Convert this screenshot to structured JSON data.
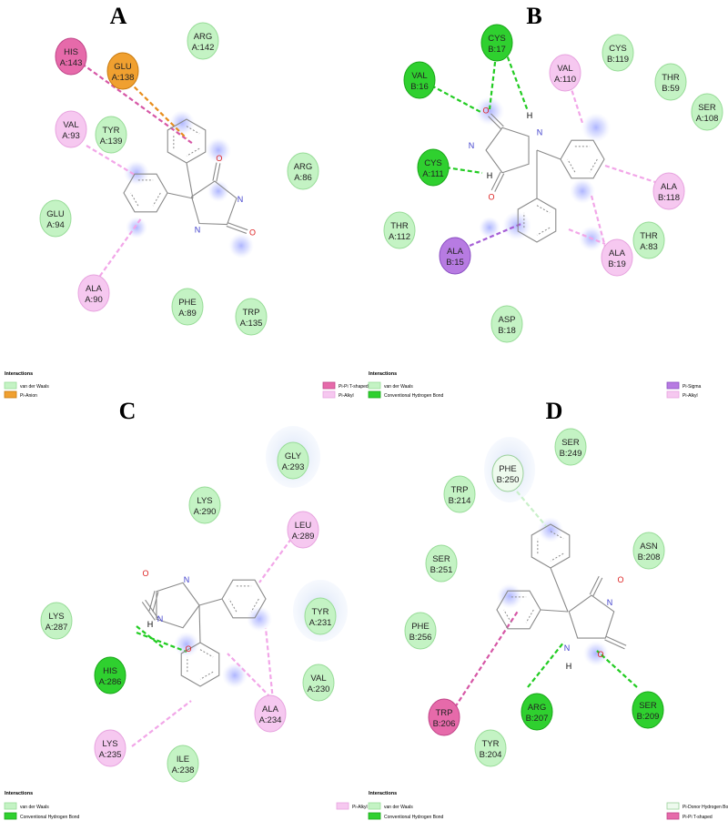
{
  "colors": {
    "vdw": "#c4f3c4",
    "vdw_border": "#98dc98",
    "conv_hbond": "#2fd02f",
    "conv_hbond_border": "#18a818",
    "pi_alkyl": "#f6c8f0",
    "pi_alkyl_border": "#e7a3df",
    "pi_anion": "#f0a030",
    "pi_anion_border": "#c87a10",
    "pi_pi_tshaped": "#e66aaa",
    "pi_pi_tshaped_border": "#c04488",
    "pi_sigma": "#b77be2",
    "pi_sigma_border": "#8a4fc2",
    "pi_donor_hbond": "#eefaee",
    "pi_donor_hbond_border": "#9ad09a"
  },
  "panels": [
    {
      "id": "A",
      "letter": "A",
      "ligand": {
        "O1": "O",
        "O2": "O",
        "N1": "N",
        "N2": "N"
      },
      "residues": [
        {
          "l1": "HIS",
          "l2": "A:143",
          "type": "pi_pi_tshaped"
        },
        {
          "l1": "GLU",
          "l2": "A:138",
          "type": "pi_anion"
        },
        {
          "l1": "ARG",
          "l2": "A:142",
          "type": "vdw"
        },
        {
          "l1": "VAL",
          "l2": "A:93",
          "type": "pi_alkyl"
        },
        {
          "l1": "TYR",
          "l2": "A:139",
          "type": "vdw"
        },
        {
          "l1": "GLU",
          "l2": "A:94",
          "type": "vdw"
        },
        {
          "l1": "ARG",
          "l2": "A:86",
          "type": "vdw"
        },
        {
          "l1": "ALA",
          "l2": "A:90",
          "type": "pi_alkyl"
        },
        {
          "l1": "PHE",
          "l2": "A:89",
          "type": "vdw"
        },
        {
          "l1": "TRP",
          "l2": "A:135",
          "type": "vdw"
        }
      ],
      "legend": {
        "title": "Interactions",
        "items": [
          {
            "label": "van der Waals",
            "type": "vdw"
          },
          {
            "label": "Pi-Anion",
            "type": "pi_anion"
          },
          {
            "label": "Pi-Pi T-shaped",
            "type": "pi_pi_tshaped"
          },
          {
            "label": "Pi-Alkyl",
            "type": "pi_alkyl"
          }
        ]
      }
    },
    {
      "id": "B",
      "letter": "B",
      "ligand": {
        "O1": "O",
        "O2": "O",
        "N1": "N",
        "N2": "N",
        "H1": "H",
        "H2": "H"
      },
      "residues": [
        {
          "l1": "CYS",
          "l2": "B:17",
          "type": "conv_hbond"
        },
        {
          "l1": "VAL",
          "l2": "A:110",
          "type": "pi_alkyl"
        },
        {
          "l1": "CYS",
          "l2": "B:119",
          "type": "vdw"
        },
        {
          "l1": "VAL",
          "l2": "B:16",
          "type": "conv_hbond"
        },
        {
          "l1": "THR",
          "l2": "B:59",
          "type": "vdw"
        },
        {
          "l1": "SER",
          "l2": "A:108",
          "type": "vdw"
        },
        {
          "l1": "CYS",
          "l2": "A:111",
          "type": "conv_hbond"
        },
        {
          "l1": "ALA",
          "l2": "B:118",
          "type": "pi_alkyl"
        },
        {
          "l1": "THR",
          "l2": "A:112",
          "type": "vdw"
        },
        {
          "l1": "THR",
          "l2": "A:83",
          "type": "vdw"
        },
        {
          "l1": "ALA",
          "l2": "B:15",
          "type": "pi_sigma"
        },
        {
          "l1": "ALA",
          "l2": "B:19",
          "type": "pi_alkyl"
        },
        {
          "l1": "ASP",
          "l2": "B:18",
          "type": "vdw"
        }
      ],
      "legend": {
        "title": "Interactions",
        "items": [
          {
            "label": "van der Waals",
            "type": "vdw"
          },
          {
            "label": "Conventional Hydrogen Bond",
            "type": "conv_hbond"
          },
          {
            "label": "Pi-Sigma",
            "type": "pi_sigma"
          },
          {
            "label": "Pi-Alkyl",
            "type": "pi_alkyl"
          }
        ]
      }
    },
    {
      "id": "C",
      "letter": "C",
      "ligand": {
        "O1": "O",
        "O2": "O",
        "N1": "N",
        "N2": "N",
        "H1": "H"
      },
      "residues": [
        {
          "l1": "GLY",
          "l2": "A:293",
          "type": "vdw"
        },
        {
          "l1": "LYS",
          "l2": "A:290",
          "type": "vdw"
        },
        {
          "l1": "LEU",
          "l2": "A:289",
          "type": "pi_alkyl"
        },
        {
          "l1": "LYS",
          "l2": "A:287",
          "type": "vdw"
        },
        {
          "l1": "TYR",
          "l2": "A:231",
          "type": "vdw"
        },
        {
          "l1": "HIS",
          "l2": "A:286",
          "type": "conv_hbond"
        },
        {
          "l1": "VAL",
          "l2": "A:230",
          "type": "vdw"
        },
        {
          "l1": "ALA",
          "l2": "A:234",
          "type": "pi_alkyl"
        },
        {
          "l1": "LYS",
          "l2": "A:235",
          "type": "pi_alkyl"
        },
        {
          "l1": "ILE",
          "l2": "A:238",
          "type": "vdw"
        }
      ],
      "legend": {
        "title": "Interactions",
        "items": [
          {
            "label": "van der Waals",
            "type": "vdw"
          },
          {
            "label": "Conventional Hydrogen Bond",
            "type": "conv_hbond"
          },
          {
            "label": "Pi-Alkyl",
            "type": "pi_alkyl"
          }
        ]
      }
    },
    {
      "id": "D",
      "letter": "D",
      "ligand": {
        "O1": "O",
        "O2": "O",
        "N1": "N",
        "N2": "N",
        "H1": "H"
      },
      "residues": [
        {
          "l1": "SER",
          "l2": "B:249",
          "type": "vdw"
        },
        {
          "l1": "PHE",
          "l2": "B:250",
          "type": "pi_donor_hbond"
        },
        {
          "l1": "TRP",
          "l2": "B:214",
          "type": "vdw"
        },
        {
          "l1": "ASN",
          "l2": "B:208",
          "type": "vdw"
        },
        {
          "l1": "SER",
          "l2": "B:251",
          "type": "vdw"
        },
        {
          "l1": "PHE",
          "l2": "B:256",
          "type": "vdw"
        },
        {
          "l1": "TRP",
          "l2": "B:206",
          "type": "pi_pi_tshaped"
        },
        {
          "l1": "ARG",
          "l2": "B:207",
          "type": "conv_hbond"
        },
        {
          "l1": "SER",
          "l2": "B:209",
          "type": "conv_hbond"
        },
        {
          "l1": "TYR",
          "l2": "B:204",
          "type": "vdw"
        }
      ],
      "legend": {
        "title": "Interactions",
        "items": [
          {
            "label": "van der Waals",
            "type": "vdw"
          },
          {
            "label": "Conventional Hydrogen Bond",
            "type": "conv_hbond"
          },
          {
            "label": "Pi-Donor Hydrogen Bond",
            "type": "pi_donor_hbond"
          },
          {
            "label": "Pi-Pi T-shaped",
            "type": "pi_pi_tshaped"
          }
        ]
      }
    }
  ]
}
